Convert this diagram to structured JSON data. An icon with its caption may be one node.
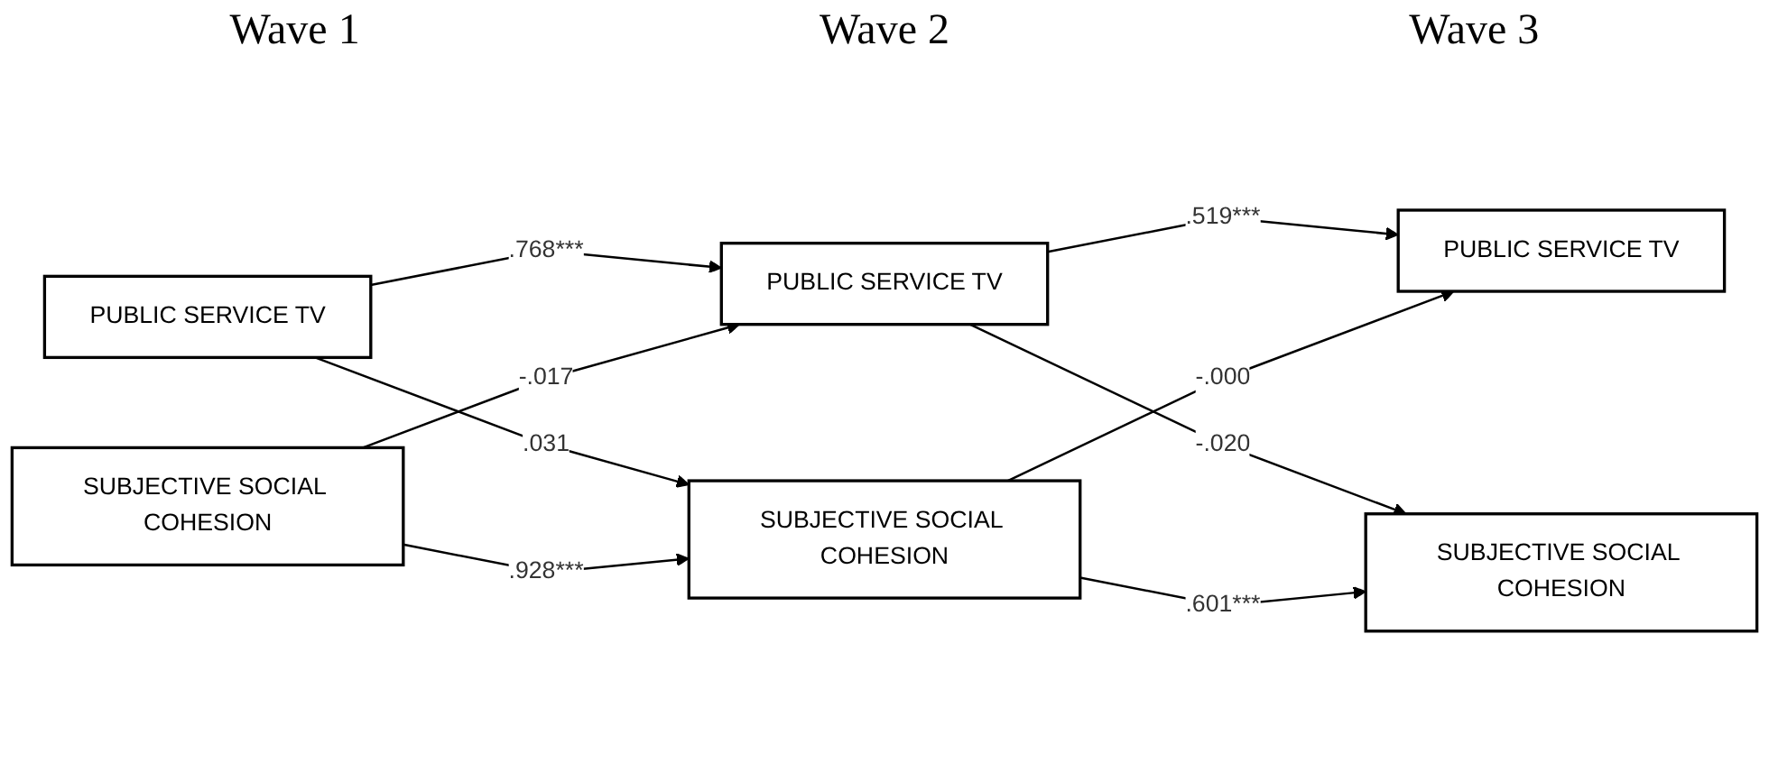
{
  "diagram": {
    "nodes": [
      {
        "text": [
          "PUBLIC SERVICE TV"
        ]
      },
      {
        "text": [
          "PUBLIC SERVICE TV"
        ]
      },
      {
        "text": [
          "PUBLIC SERVICE TV"
        ]
      },
      {
        "text": [
          "SUBJECTIVE SOCIAL COHESION"
        ]
      },
      {
        "text": [
          "SUBJECTIVE SOCIAL COHESION"
        ]
      },
      {
        "text": [
          "SUBJECTIVE SOCIAL COHESION"
        ]
      }
    ],
    "edges": [
      {
        "from": 0,
        "to": 1,
        "arrow": "to",
        "label": ".768***"
      },
      {
        "from": 1,
        "to": 2,
        "arrow": "to",
        "label": ".519***"
      },
      {
        "from": 3,
        "to": 1,
        "arrow": "to",
        "label": "-.017"
      },
      {
        "from": 0,
        "to": 4,
        "arrow": "to",
        "label": ".031"
      },
      {
        "from": 4,
        "to": 2,
        "arrow": "to",
        "label": "-.000"
      },
      {
        "from": 1,
        "to": 5,
        "arrow": "to",
        "label": "-.020"
      },
      {
        "from": 3,
        "to": 4,
        "arrow": "to",
        "label": ".928***"
      },
      {
        "from": 4,
        "to": 5,
        "arrow": "to",
        "label": ".601***"
      }
    ],
    "labels": [
      "Wave 1",
      "Wave 2",
      "Wave 3"
    ]
  }
}
